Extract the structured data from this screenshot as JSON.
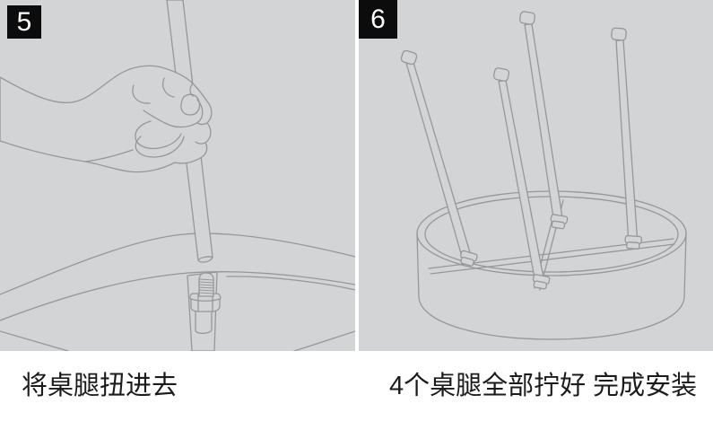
{
  "document": {
    "type": "assembly-instruction-sheet",
    "language": "zh-CN"
  },
  "panels": [
    {
      "step_number": "5",
      "caption": "将桌腿扭进去",
      "illustration": "hand-twisting-table-leg-onto-screw-stud"
    },
    {
      "step_number": "6",
      "caption": "4个桌腿全部拧好 完成安装",
      "illustration": "upside-down-round-table-base-with-four-legs-attached"
    }
  ],
  "colors": {
    "page_background": "#ffffff",
    "panel_background": "#d3d4d5",
    "line_art": "#96979b",
    "badge_background": "#0c0c0c",
    "badge_text": "#ffffff",
    "caption_text": "#1b1b1b"
  }
}
